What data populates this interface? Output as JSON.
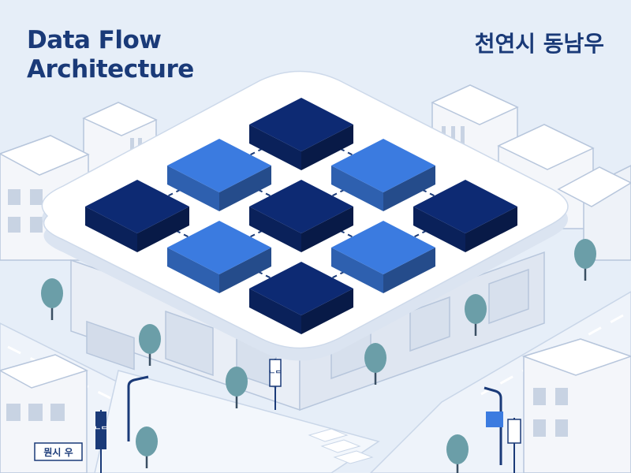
{
  "title": {
    "line1": "Data Flow",
    "line2": "Architecture"
  },
  "place_label": "천연시 동남우",
  "signs": {
    "building_left": "뭔시 우",
    "pole_left": "ᄂᄃ",
    "pole_center": "ᄂᄃ",
    "pole_right": ""
  },
  "colors": {
    "background": "#e6eef8",
    "title": "#1a3a78",
    "block_dark": "#0d2a73",
    "block_light": "#3b7be0",
    "platform": "#ffffff",
    "building": "#f2f5fa",
    "tree": "#6b9ea8"
  },
  "blocks": [
    {
      "shade": "dark"
    },
    {
      "shade": "light"
    },
    {
      "shade": "dark"
    },
    {
      "shade": "light"
    },
    {
      "shade": "dark"
    },
    {
      "shade": "light"
    },
    {
      "shade": "dark"
    },
    {
      "shade": "light"
    },
    {
      "shade": "dark"
    }
  ],
  "icons": [
    "tree-icon",
    "street-lamp-icon",
    "sign-icon"
  ]
}
